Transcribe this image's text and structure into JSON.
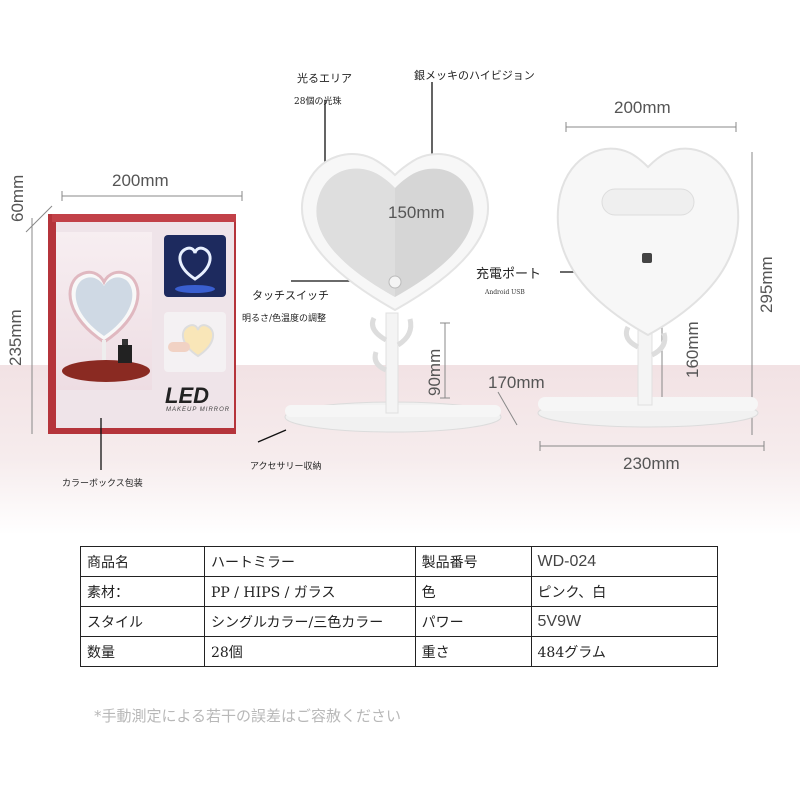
{
  "dimensions": {
    "box_width": "200mm",
    "box_depth": "60mm",
    "box_height": "235mm",
    "mirror_diagonal": "150mm",
    "stem_height": "90mm",
    "tray_depth": "170mm",
    "back_width": "200mm",
    "back_height": "295mm",
    "back_stem": "160mm",
    "base_width": "230mm"
  },
  "callouts": {
    "light_area": "光るエリア",
    "beads": "28個の光珠",
    "silver": "銀メッキのハイビジョン",
    "touch_switch": "タッチスイッチ",
    "brightness": "明るさ/色温度の調整",
    "charging_port": "充電ポート",
    "usb": "Android USB",
    "accessory": "アクセサリー収納",
    "color_box": "カラーボックス包装"
  },
  "box_print": {
    "brand": "LED",
    "subtitle": "MAKEUP MIRROR"
  },
  "spec_table": {
    "rows": [
      [
        "商品名",
        "ハートミラー",
        "製品番号",
        "WD-024"
      ],
      [
        "素材：",
        "PP / HIPS / ガラス",
        "色",
        "ピンク、白"
      ],
      [
        "スタイル",
        "シングルカラー/三色カラー",
        "パワー",
        "5V9W"
      ],
      [
        "数量",
        "28個",
        "重さ",
        "484グラム"
      ]
    ]
  },
  "note": "*手動測定による若干の誤差はご容赦ください",
  "colors": {
    "box_red": "#b5343b",
    "band_pink": "#f2e2e4",
    "mirror_white": "#f7f7f7"
  }
}
